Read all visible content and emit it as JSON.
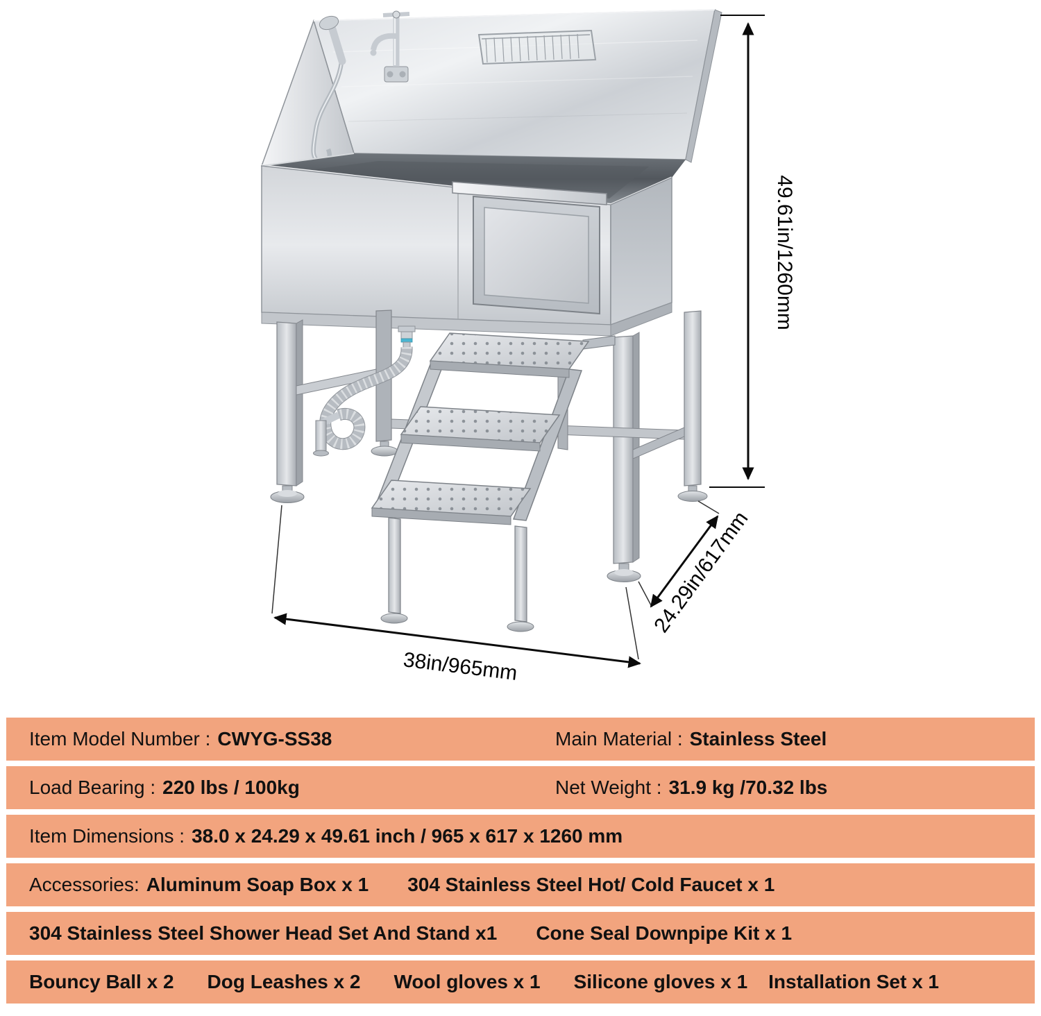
{
  "illustration": {
    "dim_height": "49.61in/1260mm",
    "dim_width": "38in/965mm",
    "dim_depth": "24.29in/617mm"
  },
  "specs": {
    "row1": {
      "left_label": "Item Model Number :",
      "left_value": "CWYG-SS38",
      "right_label": "Main Material :",
      "right_value": "Stainless Steel"
    },
    "row2": {
      "left_label": "Load Bearing :",
      "left_value": "220 lbs / 100kg",
      "right_label": "Net Weight :",
      "right_value": "31.9 kg /70.32 lbs"
    },
    "row3": {
      "label": "Item Dimensions :",
      "value": "38.0 x 24.29 x 49.61 inch / 965 x 617 x 1260 mm"
    },
    "row4": {
      "label": "Accessories:",
      "items": [
        "Aluminum Soap Box x 1",
        "304 Stainless Steel Hot/ Cold Faucet x 1"
      ]
    },
    "row5": {
      "items": [
        "304 Stainless Steel Shower Head Set And Stand x1",
        "Cone Seal Downpipe Kit x 1"
      ]
    },
    "row6": {
      "items": [
        "Bouncy Ball x 2",
        "Dog Leashes x 2",
        "Wool gloves x 1",
        "Silicone gloves x 1",
        "Installation Set x 1"
      ]
    }
  },
  "colors": {
    "spec_row_bg": "#F2A47E",
    "dimension_line": "#0A0A0A",
    "steel_light": "#E9EBEE",
    "steel_dark": "#9AA0A6",
    "drain_ring_blue": "#49B6D2"
  }
}
